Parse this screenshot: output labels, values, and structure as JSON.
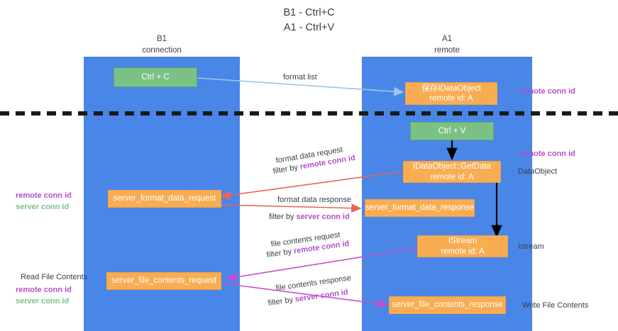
{
  "title": {
    "line1": "B1 - Ctrl+C",
    "line2": "A1 - Ctrl+V"
  },
  "lanes": [
    {
      "name": "B1",
      "sub": "connection"
    },
    {
      "name": "A1",
      "sub": "remote"
    }
  ],
  "nodes": {
    "ctrl_c": {
      "label": "Ctrl + C"
    },
    "save_dataobject": {
      "line1": "保存IDataObject",
      "line2": "remote id: A"
    },
    "ctrl_v": {
      "label": "Ctrl + V"
    },
    "getdata": {
      "line1": "IDataObject::GetData",
      "line2": "remote id: A"
    },
    "format_data_request": {
      "label": "server_format_data_request"
    },
    "format_data_response": {
      "label": "server_format_data_response"
    },
    "istream": {
      "line1": "IStream",
      "line2": "remote id: A"
    },
    "file_contents_request": {
      "label": "server_file_contents_request"
    },
    "file_contents_response": {
      "label": "server_file_contents_response"
    }
  },
  "edge_labels": {
    "format_list": "format list",
    "format_data_request": "format data request",
    "format_data_request_filter_prefix": "filter by ",
    "format_data_request_filter_key": "remote conn id",
    "format_data_response": "format data response",
    "format_data_response_filter_prefix": "filter by ",
    "format_data_response_filter_key": "server conn id",
    "file_contents_request": "file contents request",
    "file_contents_request_filter_prefix": "filter by ",
    "file_contents_request_filter_key": "remote conn id",
    "file_contents_response": "file contents response",
    "file_contents_response_filter_prefix": "filter by ",
    "file_contents_response_filter_key": "server conn id"
  },
  "annotations": {
    "right_remote_conn_id_top": "remote conn id",
    "right_remote_conn_id_mid": "remote conn id",
    "right_dataobject": "DataObject",
    "right_istream": "Istream",
    "right_write_file_contents": "Write File Contents",
    "left_read_file_contents": "Read File Contents"
  },
  "legends": {
    "mid": {
      "remote": "remote conn id",
      "server": "server conn id"
    },
    "bottom": {
      "remote": "remote conn id",
      "server": "server conn id"
    }
  },
  "colors": {
    "lane": "#4a86e8",
    "green_node": "#7bc186",
    "orange_node": "#f9ad53",
    "arrow_format_list": "#9fc5e8",
    "arrow_red": "#e8635a",
    "arrow_magenta": "#c64fd0",
    "arrow_black": "#000000",
    "divider": "#1a1a1a",
    "purple_text": "#b44ecb",
    "green_text": "#7bc186"
  }
}
